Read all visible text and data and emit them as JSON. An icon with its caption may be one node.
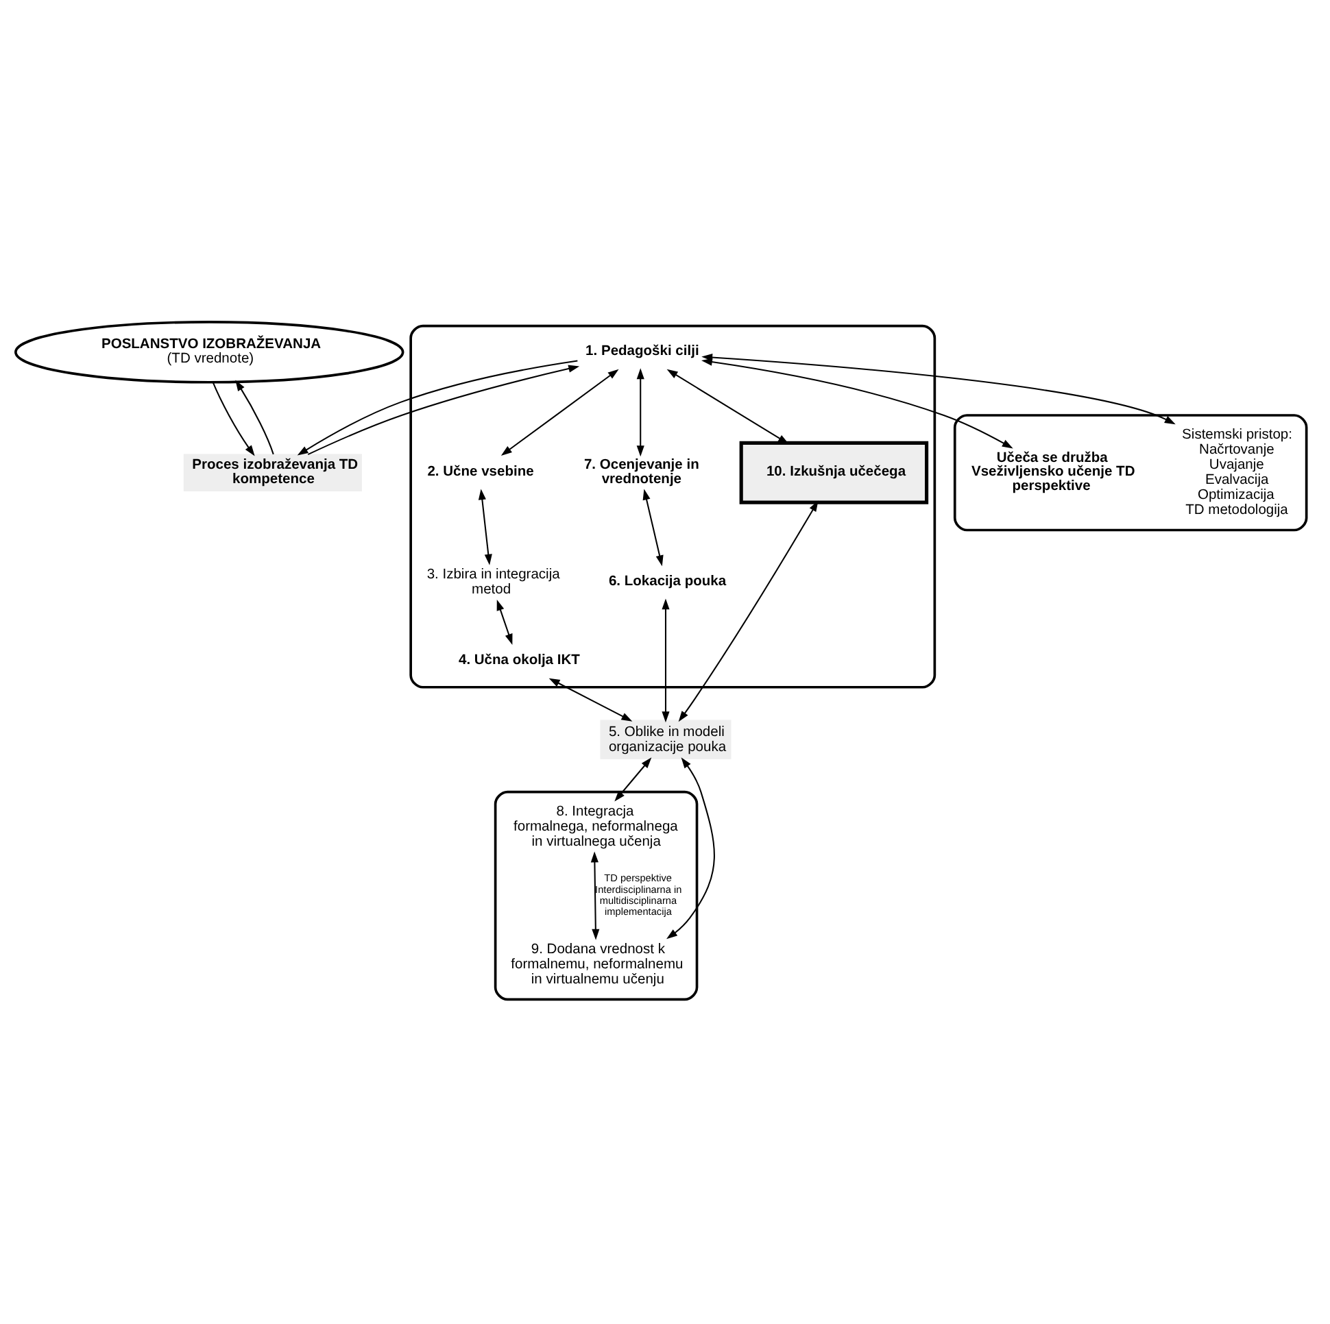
{
  "diagram": {
    "nodes": [
      {
        "text": [
          "POSLANSTVO IZOBRAŽEVANJA",
          "(TD vrednote)"
        ]
      },
      {
        "text": [],
        "shape": "ellipse"
      },
      {
        "text": [
          "Učeča se družba Vseživljensko učenje TD perspektive"
        ],
        "in": 1
      },
      {
        "text": [
          "Sistemski pristop:",
          "Načrtovanje",
          "Uvajanje",
          "Evalvacija",
          "Optimizacija",
          "TD metodologija"
        ],
        "in": 1
      },
      {
        "text": [],
        "shape": "ellipse"
      },
      {
        "text": [
          "Proces izobraževanja TD kompetence"
        ]
      },
      {
        "text": [
          "1. Pedagoški cilji"
        ],
        "in": 4
      },
      {
        "text": [
          "2. Učne vsebine"
        ],
        "in": 4
      },
      {
        "text": [
          "3. Izbira in integracija metod"
        ],
        "in": 4
      },
      {
        "text": [
          "4. Učna okolja IKT"
        ],
        "in": 4
      },
      {
        "text": [
          "10. Izkušnja učečega"
        ],
        "in": 4
      },
      {
        "text": [
          "7. Ocenjevanje in vrednotenje"
        ],
        "in": 4
      },
      {
        "text": [
          "6. Lokacija pouka"
        ],
        "in": 4
      },
      {
        "text": [
          "5. Oblike in modeli organizacije pouka"
        ]
      },
      {
        "text": [],
        "shape": "ellipse"
      },
      {
        "text": [
          "8. Integracja formalnega, neformalnega in virtualnega učenja"
        ],
        "in": 14
      },
      {
        "text": [
          "9. Dodana vrednost k formalnemu, neformalnemu in virtualnemu učenju"
        ],
        "in": 14
      }
    ],
    "edges": [
      {
        "from": 5,
        "to": 0,
        "arrow": "to"
      },
      {
        "from": 0,
        "to": 5,
        "arrow": "to"
      },
      {
        "from": 6,
        "to": 2,
        "arrow": "both"
      },
      {
        "from": 6,
        "to": 3,
        "arrow": "both"
      },
      {
        "from": 6,
        "to": 5,
        "arrow": "to"
      },
      {
        "from": 5,
        "to": 6,
        "arrow": "to"
      },
      {
        "from": 6,
        "to": 7,
        "arrow": "both"
      },
      {
        "from": 6,
        "to": 10,
        "arrow": "both"
      },
      {
        "from": 6,
        "to": 11,
        "arrow": "both"
      },
      {
        "from": 7,
        "to": 8,
        "arrow": "both"
      },
      {
        "from": 8,
        "to": 9,
        "arrow": "both"
      },
      {
        "from": 11,
        "to": 12,
        "arrow": "both"
      },
      {
        "from": 10,
        "to": 13,
        "arrow": "both"
      },
      {
        "from": 9,
        "to": 13,
        "arrow": "both"
      },
      {
        "from": 12,
        "to": 13,
        "arrow": "both"
      },
      {
        "from": 13,
        "to": 15,
        "arrow": "both"
      },
      {
        "from": 13,
        "to": 16,
        "arrow": "both"
      },
      {
        "from": 15,
        "to": 16,
        "arrow": "both",
        "label": "TD perspektive Interdisciplinarna in multidisciplinarna implementacija"
      }
    ]
  }
}
